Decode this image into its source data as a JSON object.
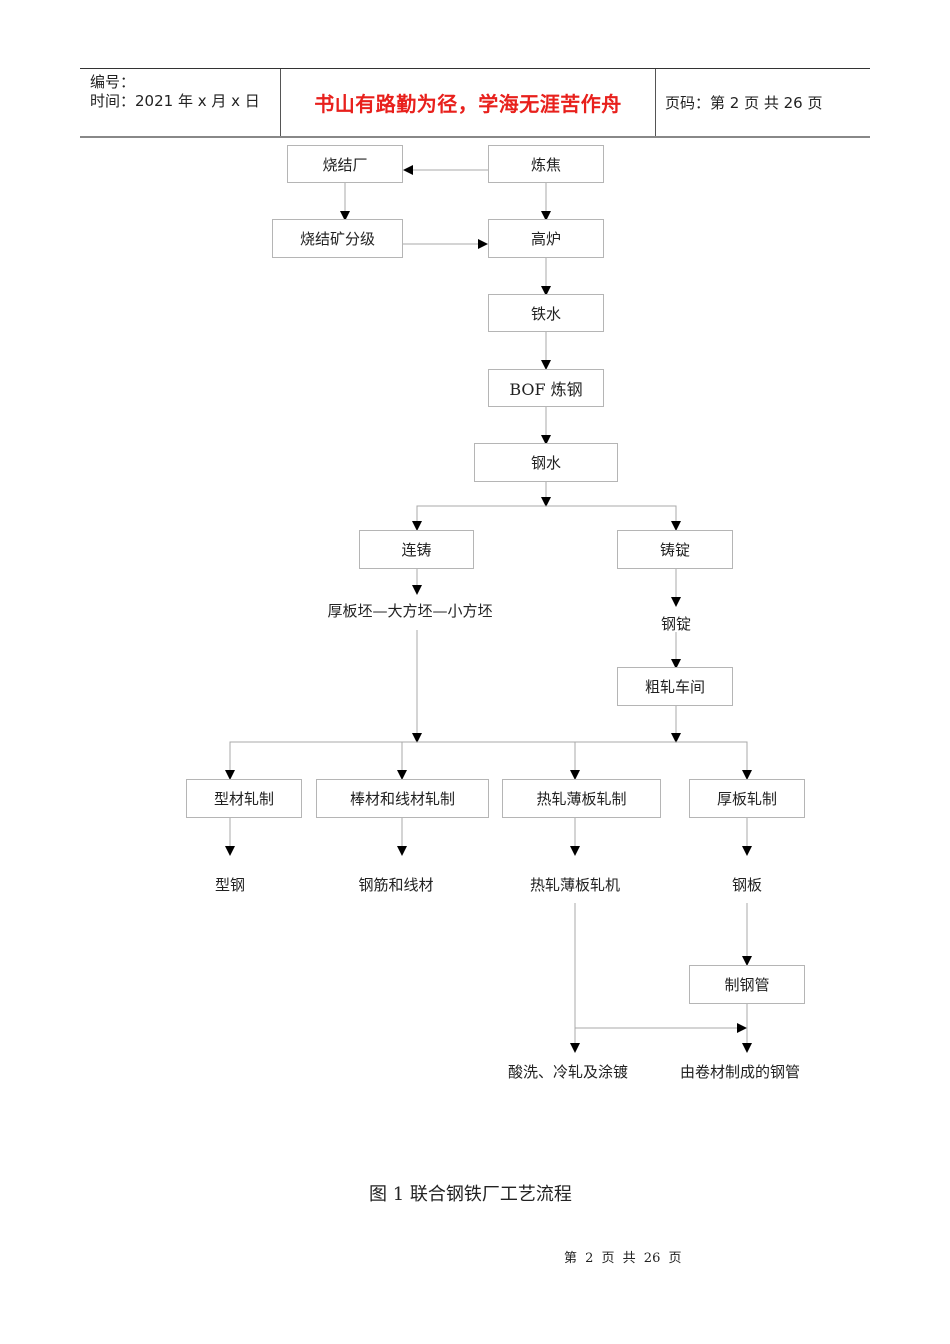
{
  "header": {
    "number_label": "编号：",
    "date_label": "时间：2021 年 x 月 x 日",
    "motto": "书山有路勤为径，学海无涯苦作舟",
    "page_info": "页码：第 2 页  共 26 页"
  },
  "flowchart": {
    "boxes": {
      "sinter_plant": "烧结厂",
      "coking": "炼焦",
      "sinter_grading": "烧结矿分级",
      "blast_furnace": "高炉",
      "molten_iron": "铁水",
      "bof": "BOF 炼钢",
      "molten_steel": "钢水",
      "continuous_casting": "连铸",
      "ingot_casting": "铸锭",
      "roughing_mill": "粗轧车间",
      "section_rolling": "型材轧制",
      "bar_wire_rolling": "棒材和线材轧制",
      "hot_strip_rolling": "热轧薄板轧制",
      "plate_rolling": "厚板轧制",
      "pipe_making": "制钢管"
    },
    "labels": {
      "slabs": "厚板坯—大方坯—小方坯",
      "ingot": "钢锭",
      "section_steel": "型钢",
      "rebar_wire": "钢筋和线材",
      "hot_strip_mill": "热轧薄板轧机",
      "steel_plate": "钢板",
      "pickling": "酸洗、冷轧及涂镀",
      "coil_pipe": "由卷材制成的钢管"
    }
  },
  "caption": "图 1  联合钢铁厂工艺流程",
  "footer": "第 2 页 共 26 页"
}
